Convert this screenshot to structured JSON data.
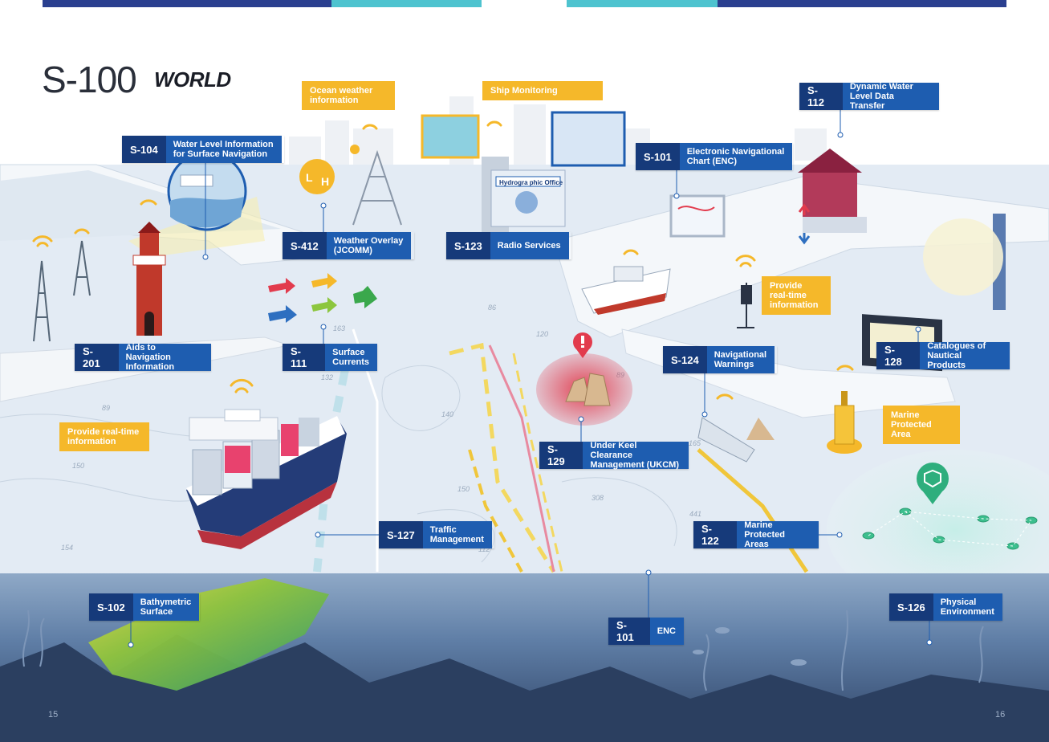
{
  "title": {
    "main": "S-100",
    "sub": "WORLD"
  },
  "labels": [
    {
      "code": "S-104",
      "text": "Water Level Information\nfor Surface Navigation"
    },
    {
      "code": "S-412",
      "text": "Weather Overlay\n(JCOMM)"
    },
    {
      "code": "S-123",
      "text": "Radio    Services"
    },
    {
      "code": "S-101",
      "text": "Electronic Navigational\nChart (ENC)"
    },
    {
      "code": "S-112",
      "text": "Dynamic Water\nLevel Data Transfer"
    },
    {
      "code": "S-201",
      "text": "Aids to Navigation\nInformation"
    },
    {
      "code": "S-111",
      "text": "Surface\nCurrents"
    },
    {
      "code": "S-124",
      "text": "Navigational\nWarnings"
    },
    {
      "code": "S-128",
      "text": "Catalogues of\nNautical Products"
    },
    {
      "code": "S-129",
      "text": "Under Keel Clearance\nManagement (UKCM)"
    },
    {
      "code": "S-127",
      "text": "Traffic\nManagement"
    },
    {
      "code": "S-122",
      "text": "Marine\nProtected Areas"
    },
    {
      "code": "S-102",
      "text": "Bathymetric\nSurface"
    },
    {
      "code": "S-101",
      "text": "ENC"
    },
    {
      "code": "S-126",
      "text": "Physical\nEnvironment"
    }
  ],
  "notes": [
    {
      "text": "Ocean weather\ninformation"
    },
    {
      "text": "Ship      Monitoring"
    },
    {
      "text": "Provide\nreal-time\ninformation"
    },
    {
      "text": "Provide real-time\ninformation"
    },
    {
      "text": "Marine\nProtected Area"
    }
  ],
  "building_sign": "Hydrogra   phic Office",
  "weather_letters": {
    "low": "L",
    "high": "H"
  },
  "depth_marks": [
    "86",
    "163",
    "120",
    "89",
    "89",
    "140",
    "132",
    "150",
    "150",
    "154",
    "112",
    "165",
    "308",
    "441"
  ],
  "page_numbers": {
    "left": "15",
    "right": "16"
  },
  "colors": {
    "code_bg": "#163a7a",
    "text_bg": "#1e5db0",
    "note_bg": "#f5b82a",
    "sea": "#dfe9f3",
    "deep_sea": "#4a6a92"
  }
}
